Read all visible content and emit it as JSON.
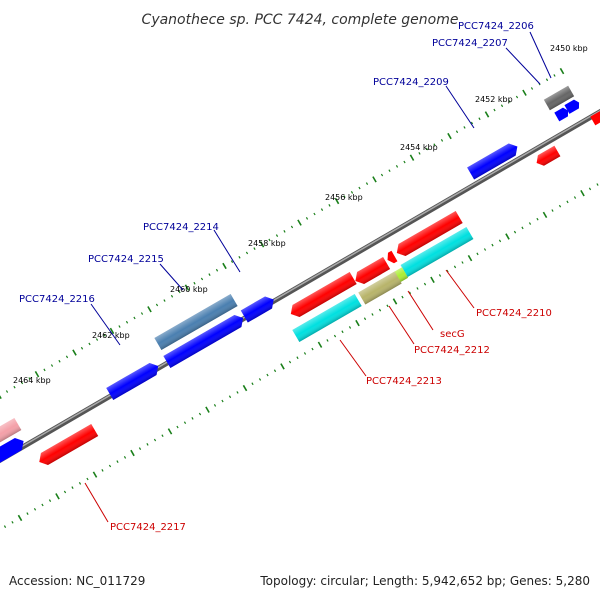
{
  "title": "Cyanothece sp. PCC 7424, complete genome",
  "accession_text": "Accession: NC_011729",
  "summary_text": "Topology: circular; Length: 5,942,652 bp; Genes: 5,280",
  "colors": {
    "forward": "#0000ff",
    "reverse": "#ff0000",
    "pink": "#f4a0a8",
    "steel": "#4a7fb0",
    "cyan": "#00e0e0",
    "olive": "#b8b46a",
    "lime": "#aaee33",
    "gray": "#666666",
    "ruler": "#1a7f1a",
    "label_forward": "#000099",
    "label_reverse": "#cc0000"
  },
  "kbp_labels": [
    "2450 kbp",
    "2452 kbp",
    "2454 kbp",
    "2456 kbp",
    "2458 kbp",
    "2460 kbp",
    "2462 kbp",
    "2464 kbp"
  ],
  "gene_labels": [
    {
      "text": "PCC7424_2206",
      "strand": "forward"
    },
    {
      "text": "PCC7424_2207",
      "strand": "forward"
    },
    {
      "text": "PCC7424_2209",
      "strand": "forward"
    },
    {
      "text": "PCC7424_2214",
      "strand": "forward"
    },
    {
      "text": "PCC7424_2215",
      "strand": "forward"
    },
    {
      "text": "PCC7424_2216",
      "strand": "forward"
    },
    {
      "text": "PCC7424_2210",
      "strand": "reverse"
    },
    {
      "text": "secG",
      "strand": "reverse"
    },
    {
      "text": "PCC7424_2212",
      "strand": "reverse"
    },
    {
      "text": "PCC7424_2213",
      "strand": "reverse"
    },
    {
      "text": "PCC7424_2217",
      "strand": "reverse"
    }
  ]
}
